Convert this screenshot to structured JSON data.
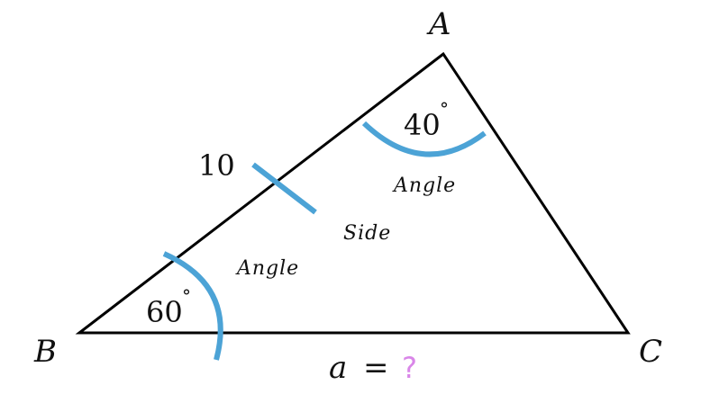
{
  "vertices": {
    "a": "A",
    "b": "B",
    "c": "C"
  },
  "angles": {
    "at_a": {
      "value": "40",
      "unit": "°"
    },
    "at_b": {
      "value": "60",
      "unit": "°"
    }
  },
  "side_ab": {
    "length": "10"
  },
  "annotations": {
    "angle_a_label": "Angle",
    "side_label": "Side",
    "angle_b_label": "Angle"
  },
  "unknown_side": {
    "variable": "a",
    "equals": "=",
    "value": "?"
  },
  "colors": {
    "triangle_stroke": "#000000",
    "marker_blue": "#4ca3d6",
    "question_mark": "#d986e8"
  }
}
